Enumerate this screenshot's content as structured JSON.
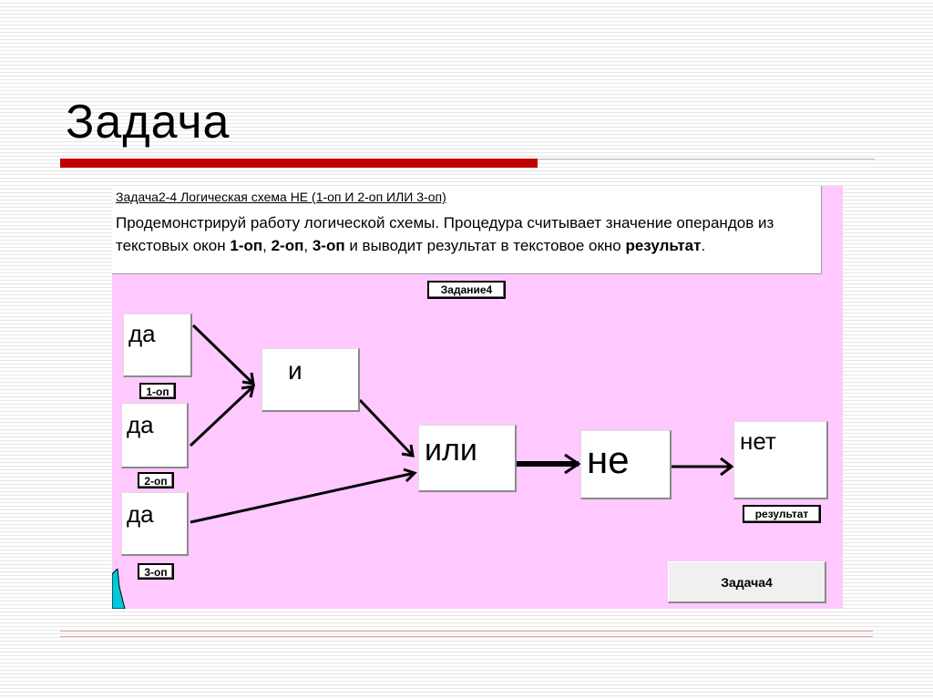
{
  "slide": {
    "title": "Задача"
  },
  "app": {
    "task_link": "Задача2-4 Логическая схема НЕ (1-оп И 2-оп ИЛИ 3-оп)",
    "desc_part1": "Продемонстрируй работу логической схемы. Процедура считывает значение операндов из текстовых окон ",
    "desc_b1": "1-оп",
    "desc_sep1": ", ",
    "desc_b2": "2-оп",
    "desc_sep2": ", ",
    "desc_b3": "3-оп",
    "desc_part2": " и выводит результат в текстовое окно ",
    "desc_b4": "результат",
    "desc_end": ".",
    "task_button": "Задание4",
    "operands": [
      {
        "value": "да",
        "label": "1-оп"
      },
      {
        "value": "да",
        "label": "2-оп"
      },
      {
        "value": "да",
        "label": "3-оп"
      }
    ],
    "gates": {
      "and": "и",
      "or": "или",
      "not": "не"
    },
    "result": {
      "value": "нет",
      "label": "результат"
    },
    "run_button": "Задача4"
  },
  "colors": {
    "background": "#ffc8ff",
    "accent_red": "#c00000",
    "cyan": "#00c8d8"
  }
}
